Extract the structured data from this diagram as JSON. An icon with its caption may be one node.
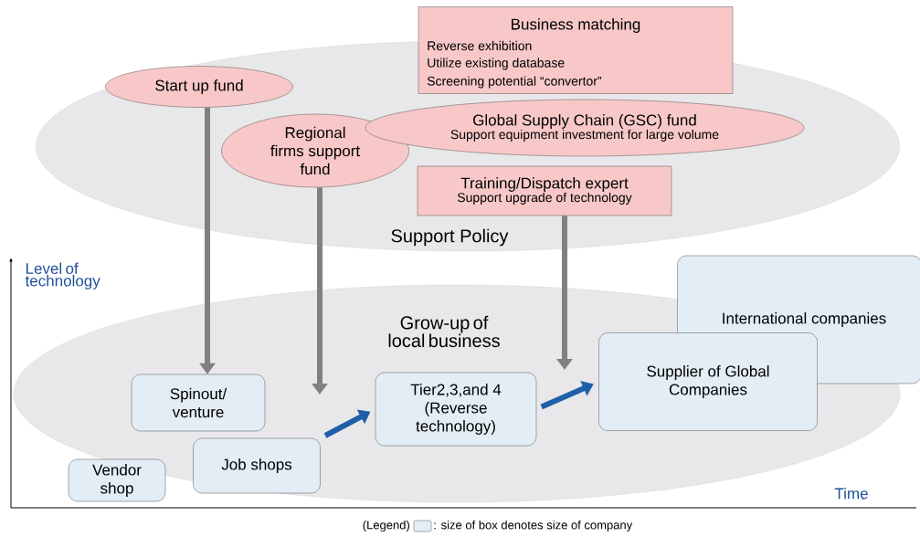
{
  "diagram": {
    "nodes": [
      {
        "text": [
          "Support Policy"
        ]
      },
      {
        "text": [
          "Start up fund"
        ],
        "in": 0
      },
      {
        "text": [
          "Regional firms support fund"
        ],
        "in": 0
      },
      {
        "text": [
          "Business matching",
          "Reverse exhibition",
          "Utilize existing database",
          "Screening potential “convertor”"
        ]
      },
      {
        "text": [
          "Global Supply Chain (GSC) fund",
          "Support equipment investment for large volume"
        ],
        "in": 0
      },
      {
        "text": [
          "Training/Dispatch expert",
          "Support upgrade of technology"
        ],
        "in": 0
      },
      {
        "text": [
          "Grow-up of local business"
        ]
      },
      {
        "text": [
          "Spinout/ venture"
        ],
        "in": 6
      },
      {
        "text": [
          "Vendor shop"
        ]
      },
      {
        "text": [
          "Job shops"
        ],
        "in": 6
      },
      {
        "text": [
          "Tier2,3,and 4 (Reverse technology)"
        ],
        "in": 6
      },
      {
        "text": [
          "International companies"
        ]
      },
      {
        "text": [
          "Supplier of Global Companies"
        ],
        "in": 6
      }
    ],
    "edges": [
      {
        "from": 1,
        "to": 7,
        "arrow": "to"
      },
      {
        "from": 2,
        "to": null,
        "arrow": "to"
      },
      {
        "from": 5,
        "to": null,
        "arrow": "to"
      },
      {
        "from": 9,
        "to": 10,
        "arrow": "to",
        "color": "#1f5fa8"
      },
      {
        "from": 10,
        "to": 12,
        "arrow": "to",
        "color": "#1f5fa8"
      }
    ],
    "labels": [
      "Level of technology",
      "Time",
      "(Legend)"
    ],
    "legend": [
      {
        "text": ": size of box denotes size of company"
      }
    ]
  }
}
